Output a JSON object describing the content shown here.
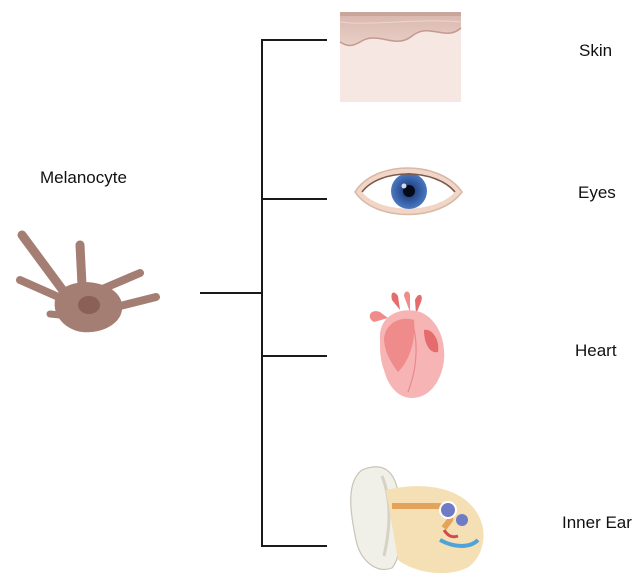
{
  "source": {
    "label": "Melanocyte",
    "icon": "melanocyte-cell-icon",
    "cell_color": "#a47e73",
    "nucleus_color": "#8b6056"
  },
  "targets": [
    {
      "label": "Skin",
      "icon": "skin-layer-icon"
    },
    {
      "label": "Eyes",
      "icon": "eye-icon"
    },
    {
      "label": "Heart",
      "icon": "heart-icon"
    },
    {
      "label": "Inner Ear",
      "icon": "inner-ear-icon"
    }
  ],
  "connector_color": "#1a1a1a"
}
